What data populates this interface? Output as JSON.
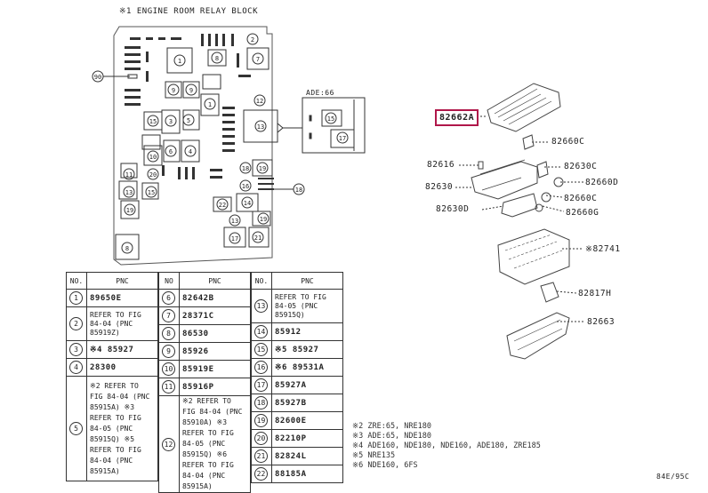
{
  "block_title": "※1 ENGINE ROOM RELAY BLOCK",
  "inset_title": "ADE:66",
  "ref_label": "90",
  "highlight_part": "82662A",
  "callouts": [
    "82660C",
    "82616",
    "82630C",
    "82630",
    "82660D",
    "82660C",
    "82630D",
    "82660G",
    "※82741",
    "82817H",
    "82663"
  ],
  "diagram_numbers": {
    "block": [
      "1",
      "2",
      "2",
      "3",
      "4",
      "4",
      "5",
      "6",
      "7",
      "8",
      "9",
      "10",
      "11",
      "12",
      "13",
      "14",
      "15",
      "16",
      "17",
      "18",
      "19",
      "20",
      "21"
    ],
    "inset": [
      "15",
      "17"
    ]
  },
  "table1": {
    "headers": [
      "NO.",
      "PNC"
    ],
    "rows": [
      {
        "no": "1",
        "pnc": "89650E"
      },
      {
        "no": "2",
        "pnc": "REFER TO FIG 84-04 (PNC 85919Z)"
      },
      {
        "no": "3",
        "pnc": "※4 85927"
      },
      {
        "no": "4",
        "pnc": "28300"
      },
      {
        "no": "5",
        "pnc": "※2 REFER TO FIG 84-04 (PNC 85915A) ※3 REFER TO FIG 84-05 (PNC 85915Q) ※5 REFER TO FIG 84-04 (PNC 85915A)"
      }
    ]
  },
  "table2": {
    "headers": [
      "NO",
      "PNC"
    ],
    "rows": [
      {
        "no": "6",
        "pnc": "82642B"
      },
      {
        "no": "7",
        "pnc": "28371C"
      },
      {
        "no": "8",
        "pnc": "86530"
      },
      {
        "no": "9",
        "pnc": "85926"
      },
      {
        "no": "10",
        "pnc": "85919E"
      },
      {
        "no": "11",
        "pnc": "85916P"
      },
      {
        "no": "12",
        "pnc": "※2 REFER TO FIG 84-04 (PNC 85910A) ※3 REFER TO FIG 84-05 (PNC 85915Q) ※6 REFER TO FIG 84-04 (PNC 85915A)"
      }
    ]
  },
  "table3": {
    "headers": [
      "NO.",
      "PNC"
    ],
    "rows": [
      {
        "no": "13",
        "pnc": "REFER TO FIG 84-05 (PNC 85915Q)"
      },
      {
        "no": "14",
        "pnc": "85912"
      },
      {
        "no": "15",
        "pnc": "※5 85927"
      },
      {
        "no": "16",
        "pnc": "※6 89531A"
      },
      {
        "no": "17",
        "pnc": "85927A"
      },
      {
        "no": "18",
        "pnc": "85927B"
      },
      {
        "no": "19",
        "pnc": "82600E"
      },
      {
        "no": "20",
        "pnc": "82210P"
      },
      {
        "no": "21",
        "pnc": "82824L"
      },
      {
        "no": "22",
        "pnc": "88185A"
      }
    ]
  },
  "notes": [
    "※2 ZRE:65, NRE180",
    "※3 ADE:65, NDE180",
    "※4 ADE160, NDE180, NDE160, ADE180, ZRE185",
    "※5 NRE135",
    "※6 NDE160, 6FS"
  ],
  "figure_code": "84E/95C"
}
